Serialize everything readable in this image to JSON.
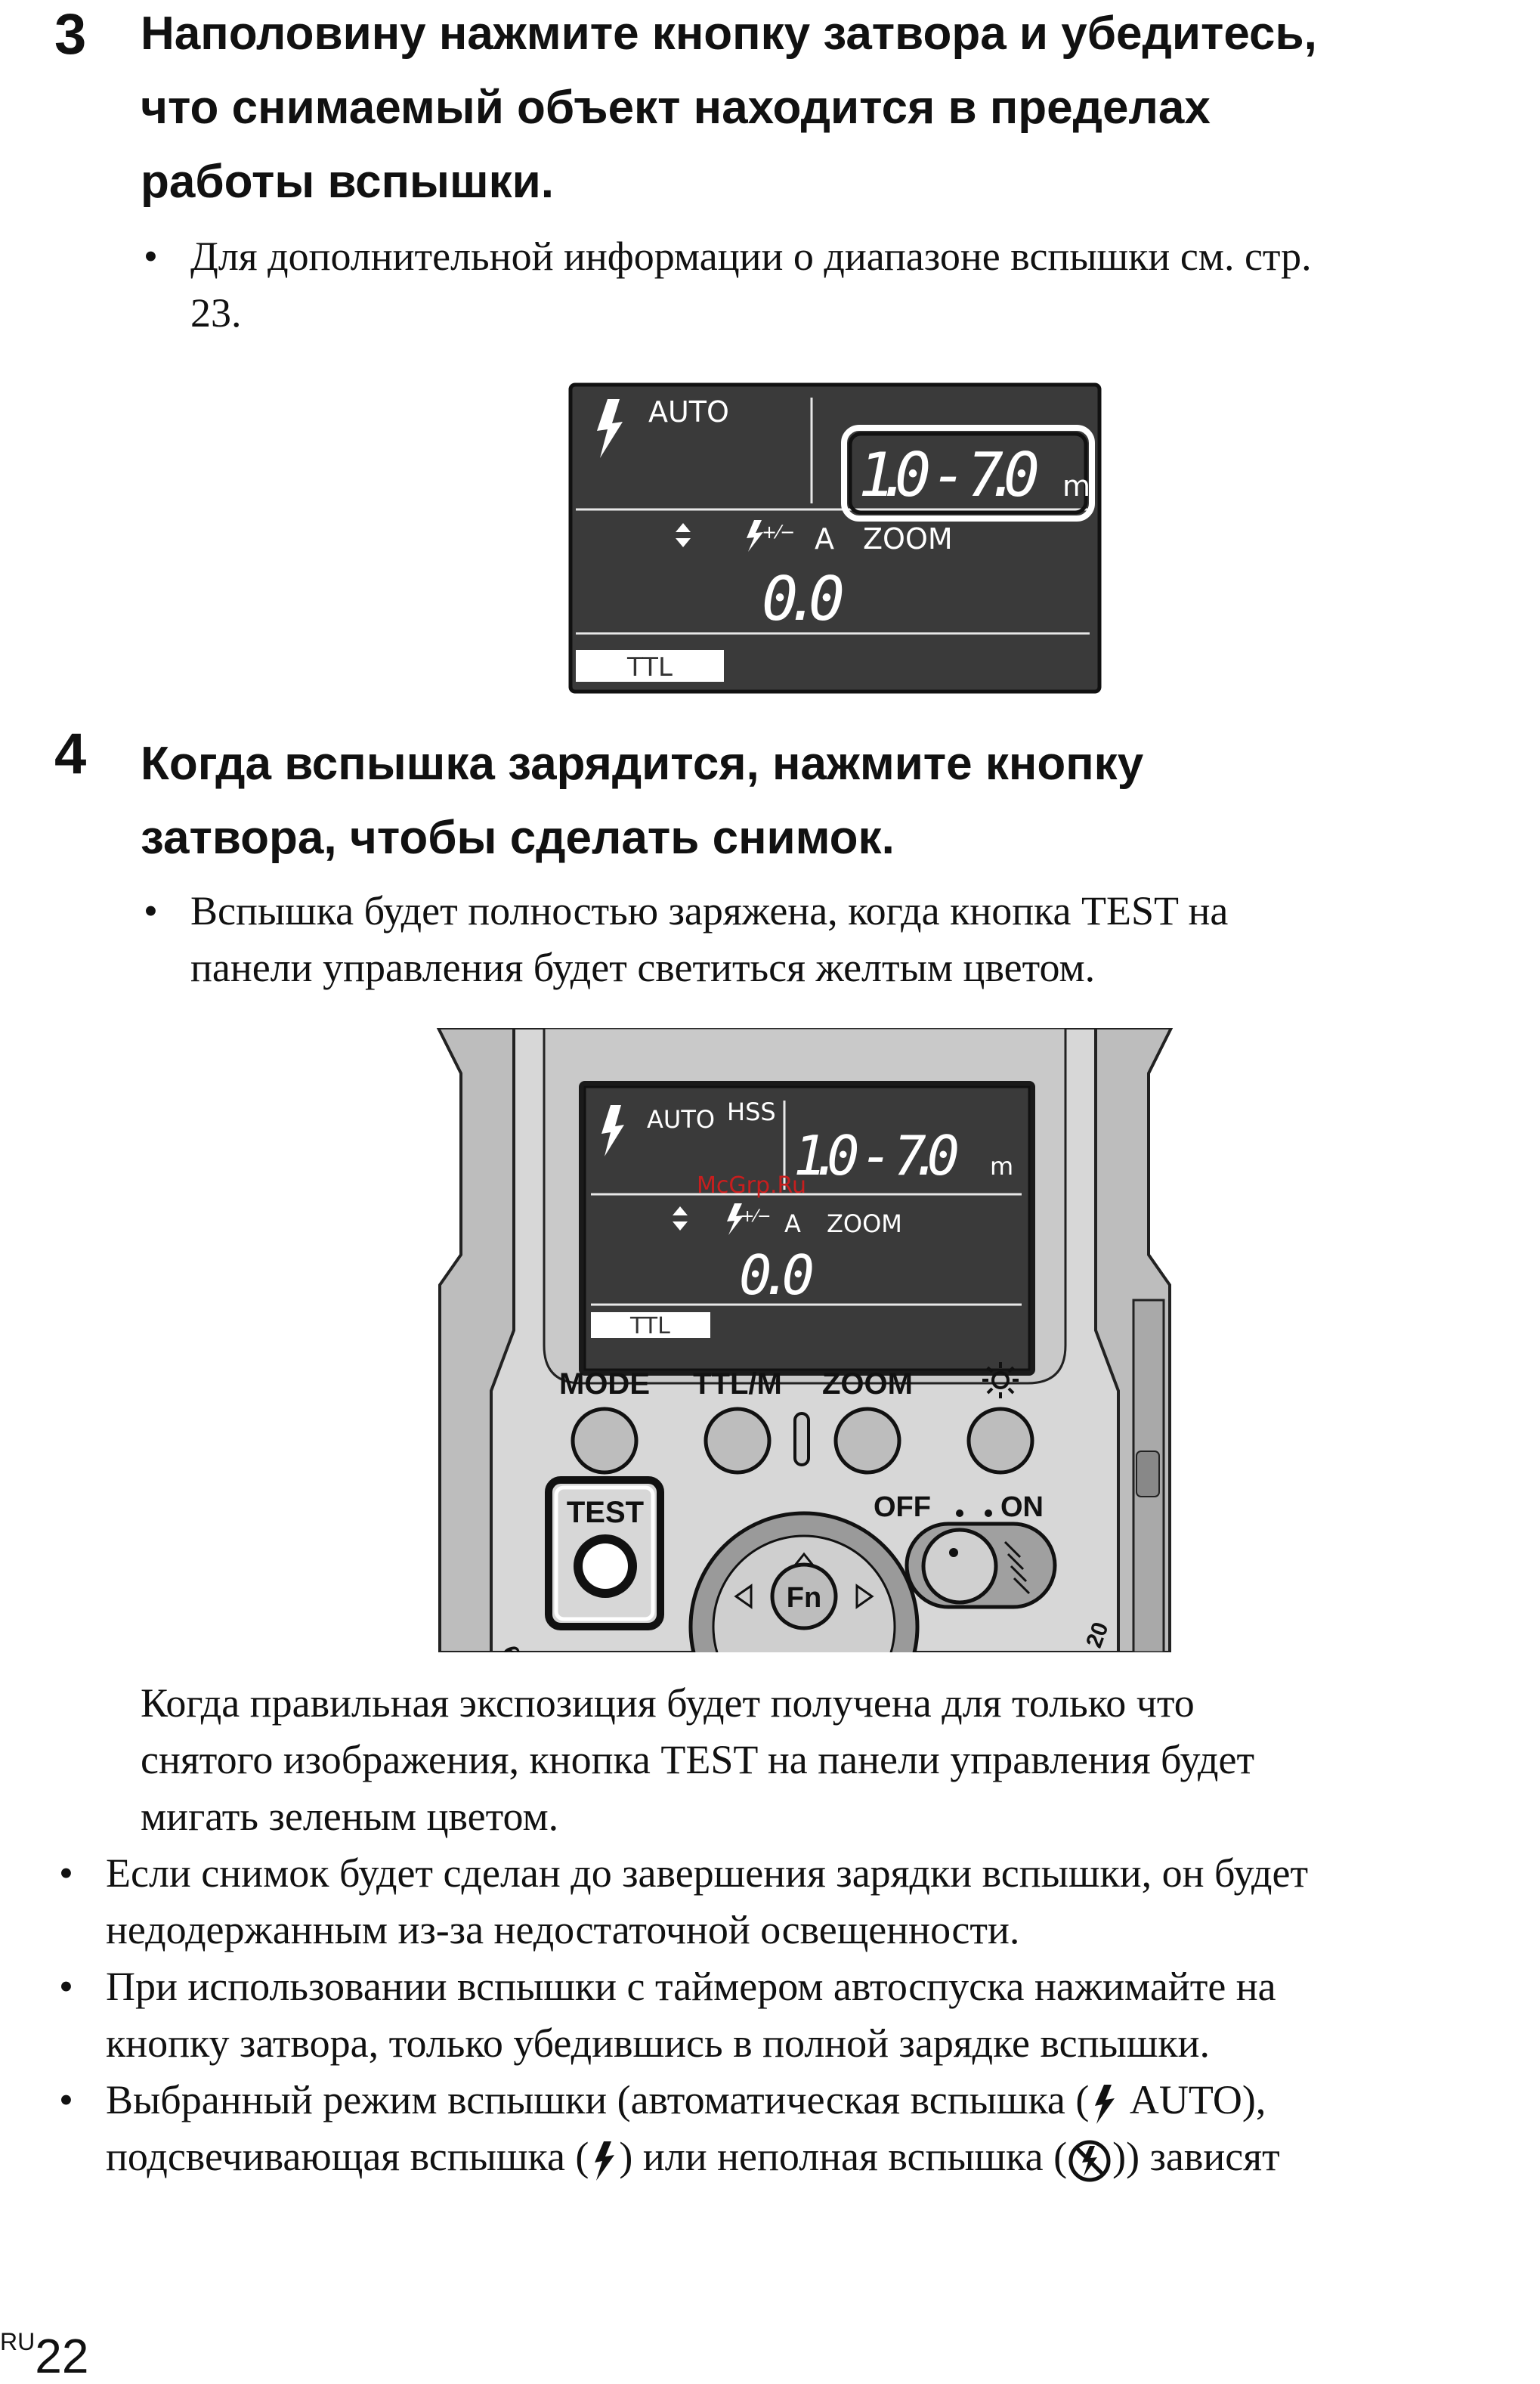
{
  "step3": {
    "number": "3",
    "title_lines": [
      "Наполовину нажмите кнопку затвора и убедитесь,",
      "что снимаемый объект находится в пределах",
      "работы вспышки."
    ],
    "bullet_lines": [
      "Для дополнительной информации о диапазоне вспышки см. стр.",
      "23."
    ]
  },
  "lcd1": {
    "mode": "AUTO",
    "range": "1.0 - 7.0",
    "unit": "m",
    "a_label": "A",
    "zoom_label": "ZOOM",
    "comp_value": "0.0",
    "ttl": "TTL"
  },
  "step4": {
    "number": "4",
    "title_lines": [
      "Когда вспышка зарядится, нажмите кнопку",
      "затвора, чтобы сделать снимок."
    ],
    "bullet_lines": [
      "Вспышка будет полностью заряжена, когда кнопка TEST на",
      "панели управления будет светиться желтым цветом."
    ]
  },
  "panel": {
    "mode": "AUTO",
    "hss": "HSS",
    "range": "1.0 - 7.0",
    "unit": "m",
    "watermark": "McGrp.Ru",
    "a_label": "A",
    "zoom_label": "ZOOM",
    "comp_value": "0.0",
    "ttl": "TTL",
    "btn_mode": "MODE",
    "btn_ttlm": "TTL/M",
    "btn_zoom": "ZOOM",
    "btn_test": "TEST",
    "off": "OFF",
    "on": "ON",
    "fn": "Fn"
  },
  "body_text": {
    "para_lines": [
      "Когда правильная экспозиция будет получена для только что",
      "снятого изображения, кнопка TEST на панели управления будет",
      "мигать зеленым цветом."
    ],
    "bullet1_lines": [
      "Если снимок будет сделан до завершения зарядки вспышки, он будет",
      "недодержанным из-за недостаточной освещенности."
    ],
    "bullet2_lines": [
      "При использовании вспышки с таймером автоспуска нажимайте на",
      "кнопку затвора, только убедившись в полной зарядке вспышки."
    ],
    "bullet3_line1_a": "Выбранный режим вспышки (автоматическая вспышка (",
    "bullet3_line1_b": " AUTO),",
    "bullet3_line2_a": "подсвечивающая вспышка (",
    "bullet3_line2_b": ") или неполная вспышка (",
    "bullet3_line2_c": ")) зависят"
  },
  "footer": {
    "prefix": "RU",
    "page": "22"
  }
}
